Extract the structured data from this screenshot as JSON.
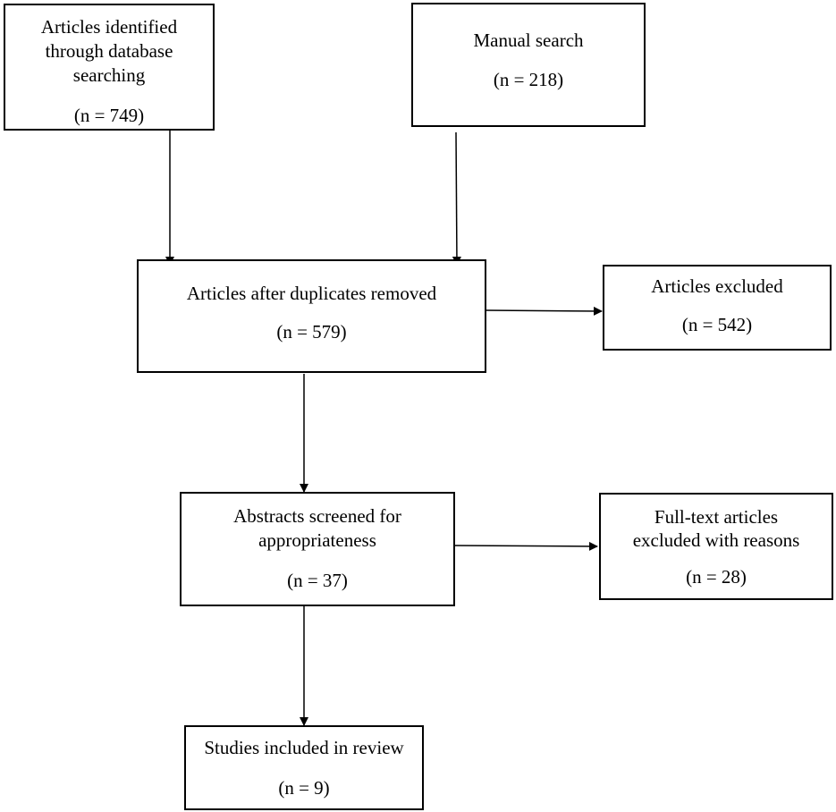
{
  "boxes": {
    "database": {
      "line1": "Articles identified",
      "line2": "through database",
      "line3": "searching",
      "count": "(n = 749)"
    },
    "manual": {
      "label": "Manual search",
      "count": "(n = 218)"
    },
    "after_duplicates": {
      "label": "Articles after duplicates removed",
      "count": "(n = 579)"
    },
    "excluded": {
      "label": "Articles excluded",
      "count": "(n = 542)"
    },
    "abstracts": {
      "line1": "Abstracts screened for",
      "line2": "appropriateness",
      "count": "(n = 37)"
    },
    "fulltext_excluded": {
      "line1": "Full-text articles",
      "line2": "excluded with reasons",
      "count": "(n = 28)"
    },
    "included": {
      "label": "Studies included in review",
      "count": "(n = 9)"
    }
  }
}
